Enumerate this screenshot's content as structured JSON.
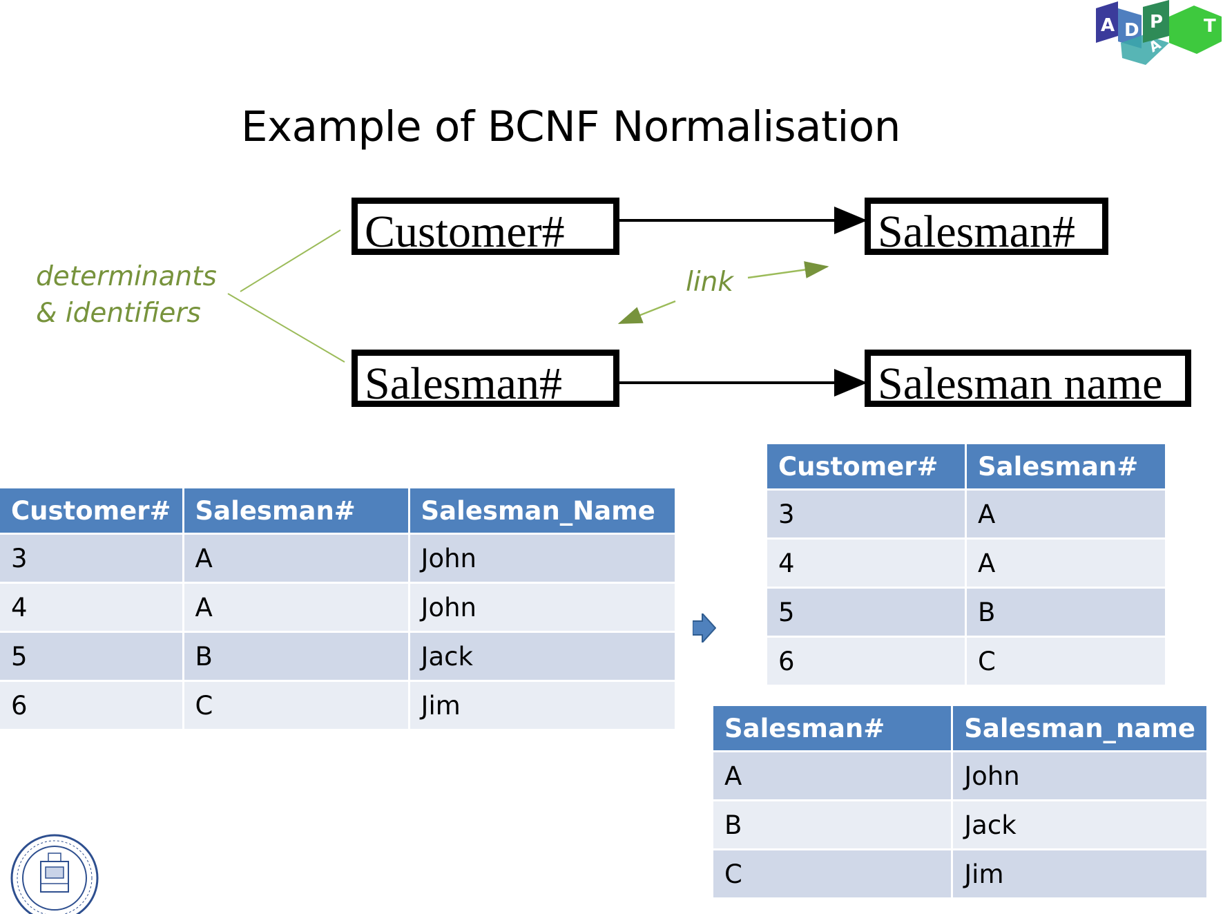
{
  "slide": {
    "title": "Example of BCNF Normalisation"
  },
  "diagram": {
    "boxes": {
      "customer_top": "Customer#",
      "salesman_top": "Salesman#",
      "salesman_bottom": "Salesman#",
      "salesman_name": "Salesman name"
    },
    "annotations": {
      "determinants_line1": "determinants",
      "determinants_line2": "& identifiers",
      "link": "link"
    }
  },
  "tables": {
    "original": {
      "headers": [
        "Customer#",
        "Salesman#",
        "Salesman_Name"
      ],
      "rows": [
        [
          "3",
          "A",
          "John"
        ],
        [
          "4",
          "A",
          "John"
        ],
        [
          "5",
          "B",
          "Jack"
        ],
        [
          "6",
          "C",
          "Jim"
        ]
      ]
    },
    "customer_salesman": {
      "headers": [
        "Customer#",
        "Salesman#"
      ],
      "rows": [
        [
          "3",
          "A"
        ],
        [
          "4",
          "A"
        ],
        [
          "5",
          "B"
        ],
        [
          "6",
          "C"
        ]
      ]
    },
    "salesman_names": {
      "headers": [
        "Salesman#",
        "Salesman_name"
      ],
      "rows": [
        [
          "A",
          "John"
        ],
        [
          "B",
          "Jack"
        ],
        [
          "C",
          "Jim"
        ]
      ]
    }
  },
  "logo": {
    "letters": [
      "A",
      "D",
      "A",
      "P",
      "T"
    ],
    "colors": [
      "#3b3b9b",
      "#4f7fbf",
      "#3aa8a8",
      "#2e8b57",
      "#3ec93e"
    ]
  },
  "colors": {
    "header_blue": "#4f81bd",
    "row_odd": "#d0d8e8",
    "row_even": "#e9edf4",
    "annotation_green": "#77933c"
  }
}
